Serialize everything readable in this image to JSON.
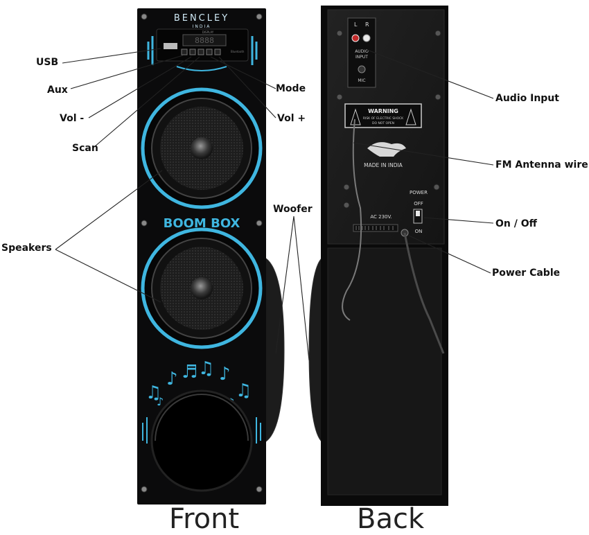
{
  "brand": {
    "name": "BENCLEY",
    "sub": "INDIA"
  },
  "front": {
    "model": "BOOM BOX",
    "panel_text": "DISPLAY",
    "bluetooth_text": "Bluetooth"
  },
  "back": {
    "jack_left": "L",
    "jack_right": "R",
    "audio_input": "AUDIO INPUT",
    "mic": "MIC",
    "warning_title": "WARNING",
    "warning_line1": "RISK OF ELECTRIC SHOCK",
    "warning_line2": "DO NOT OPEN",
    "made_in": "MADE IN INDIA",
    "power": "POWER",
    "off": "OFF",
    "on": "ON",
    "voltage": "AC 230V."
  },
  "callouts": {
    "usb": "USB",
    "aux": "Aux",
    "vol_minus": "Vol -",
    "scan": "Scan",
    "mode": "Mode",
    "vol_plus": "Vol +",
    "speakers": "Speakers",
    "woofer": "Woofer",
    "audio_input": "Audio Input",
    "fm_antenna": "FM Antenna wire",
    "on_off": "On / Off",
    "power_cable": "Power Cable"
  },
  "captions": {
    "front": "Front",
    "back": "Back"
  },
  "colors": {
    "accent": "#3fb6e0",
    "body": "#0b0b0c",
    "back_panel": "#1a1a1a"
  }
}
